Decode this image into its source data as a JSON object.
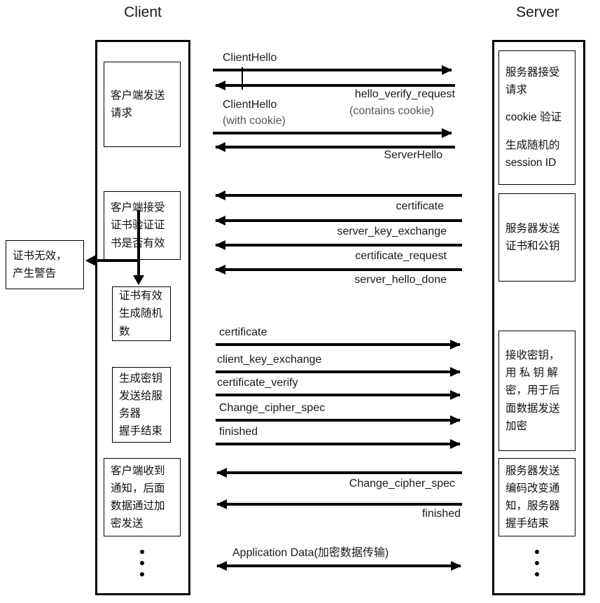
{
  "titles": {
    "client": "Client",
    "server": "Server"
  },
  "client_nodes": [
    {
      "id": "client-send-request",
      "lines": [
        "客户端发送",
        "请求"
      ]
    },
    {
      "id": "client-verify-cert",
      "lines": [
        "客户端接受",
        "证书验证证",
        "书是否有效"
      ]
    },
    {
      "id": "client-cert-valid",
      "lines": [
        "证书有效",
        "生成随机",
        "数"
      ]
    },
    {
      "id": "client-gen-key",
      "lines": [
        "生成密钥",
        "发送给服",
        "务器",
        "握手结束"
      ]
    },
    {
      "id": "client-notified",
      "lines": [
        "客户端收到",
        "通知，后面",
        "数据通过加",
        "密发送"
      ]
    }
  ],
  "alert_node": {
    "id": "cert-invalid-alert",
    "lines": [
      "证书无效，",
      "产生警告"
    ]
  },
  "server_nodes": [
    {
      "id": "server-accept-request",
      "lines": [
        "服务器接受",
        "请求",
        "",
        "cookie 验证",
        "",
        "生成随机的",
        "session ID"
      ]
    },
    {
      "id": "server-send-cert",
      "lines": [
        "服务器发送",
        "证书和公钥"
      ]
    },
    {
      "id": "server-decrypt-key",
      "lines": [
        "接收密钥，",
        "用 私 钥 解",
        "密，用于后",
        "面数据发送",
        "加密"
      ]
    },
    {
      "id": "server-cipher-change",
      "lines": [
        "服务器发送",
        "编码改变通",
        "知，服务器",
        "握手结束"
      ]
    }
  ],
  "messages": [
    {
      "id": "m1",
      "label": "ClientHello",
      "sub": "",
      "direction": "to-right",
      "align": "left"
    },
    {
      "id": "m2",
      "label": "hello_verify_request",
      "sub": "(contains cookie)",
      "direction": "to-left",
      "align": "right"
    },
    {
      "id": "m3",
      "label": "ClientHello",
      "sub": "(with cookie)",
      "direction": "to-right",
      "align": "left"
    },
    {
      "id": "m4",
      "label": "ServerHello",
      "sub": "",
      "direction": "to-left",
      "align": "right"
    },
    {
      "id": "m5",
      "label": "certificate",
      "sub": "",
      "direction": "to-left",
      "align": "right"
    },
    {
      "id": "m6",
      "label": "server_key_exchange",
      "sub": "",
      "direction": "to-left",
      "align": "right"
    },
    {
      "id": "m7",
      "label": "certificate_request",
      "sub": "",
      "direction": "to-left",
      "align": "right"
    },
    {
      "id": "m8",
      "label": "server_hello_done",
      "sub": "",
      "direction": "to-left",
      "align": "right"
    },
    {
      "id": "m9",
      "label": "certificate",
      "sub": "",
      "direction": "to-right",
      "align": "left"
    },
    {
      "id": "m10",
      "label": "client_key_exchange",
      "sub": "",
      "direction": "to-right",
      "align": "left"
    },
    {
      "id": "m11",
      "label": "certificate_verify",
      "sub": "",
      "direction": "to-right",
      "align": "left"
    },
    {
      "id": "m12",
      "label": "Change_cipher_spec",
      "sub": "",
      "direction": "to-right",
      "align": "left"
    },
    {
      "id": "m13",
      "label": "finished",
      "sub": "",
      "direction": "to-right",
      "align": "left"
    },
    {
      "id": "m14",
      "label": "Change_cipher_spec",
      "sub": "",
      "direction": "to-left",
      "align": "right"
    },
    {
      "id": "m15",
      "label": "finished",
      "sub": "",
      "direction": "to-left",
      "align": "right"
    },
    {
      "id": "m16",
      "label": "Application Data(加密数据传输)",
      "sub": "",
      "direction": "both",
      "align": "left"
    }
  ],
  "colors": {
    "stroke": "#000000",
    "background": "#ffffff",
    "text": "#1a1a1a",
    "muted_text": "#555555"
  }
}
